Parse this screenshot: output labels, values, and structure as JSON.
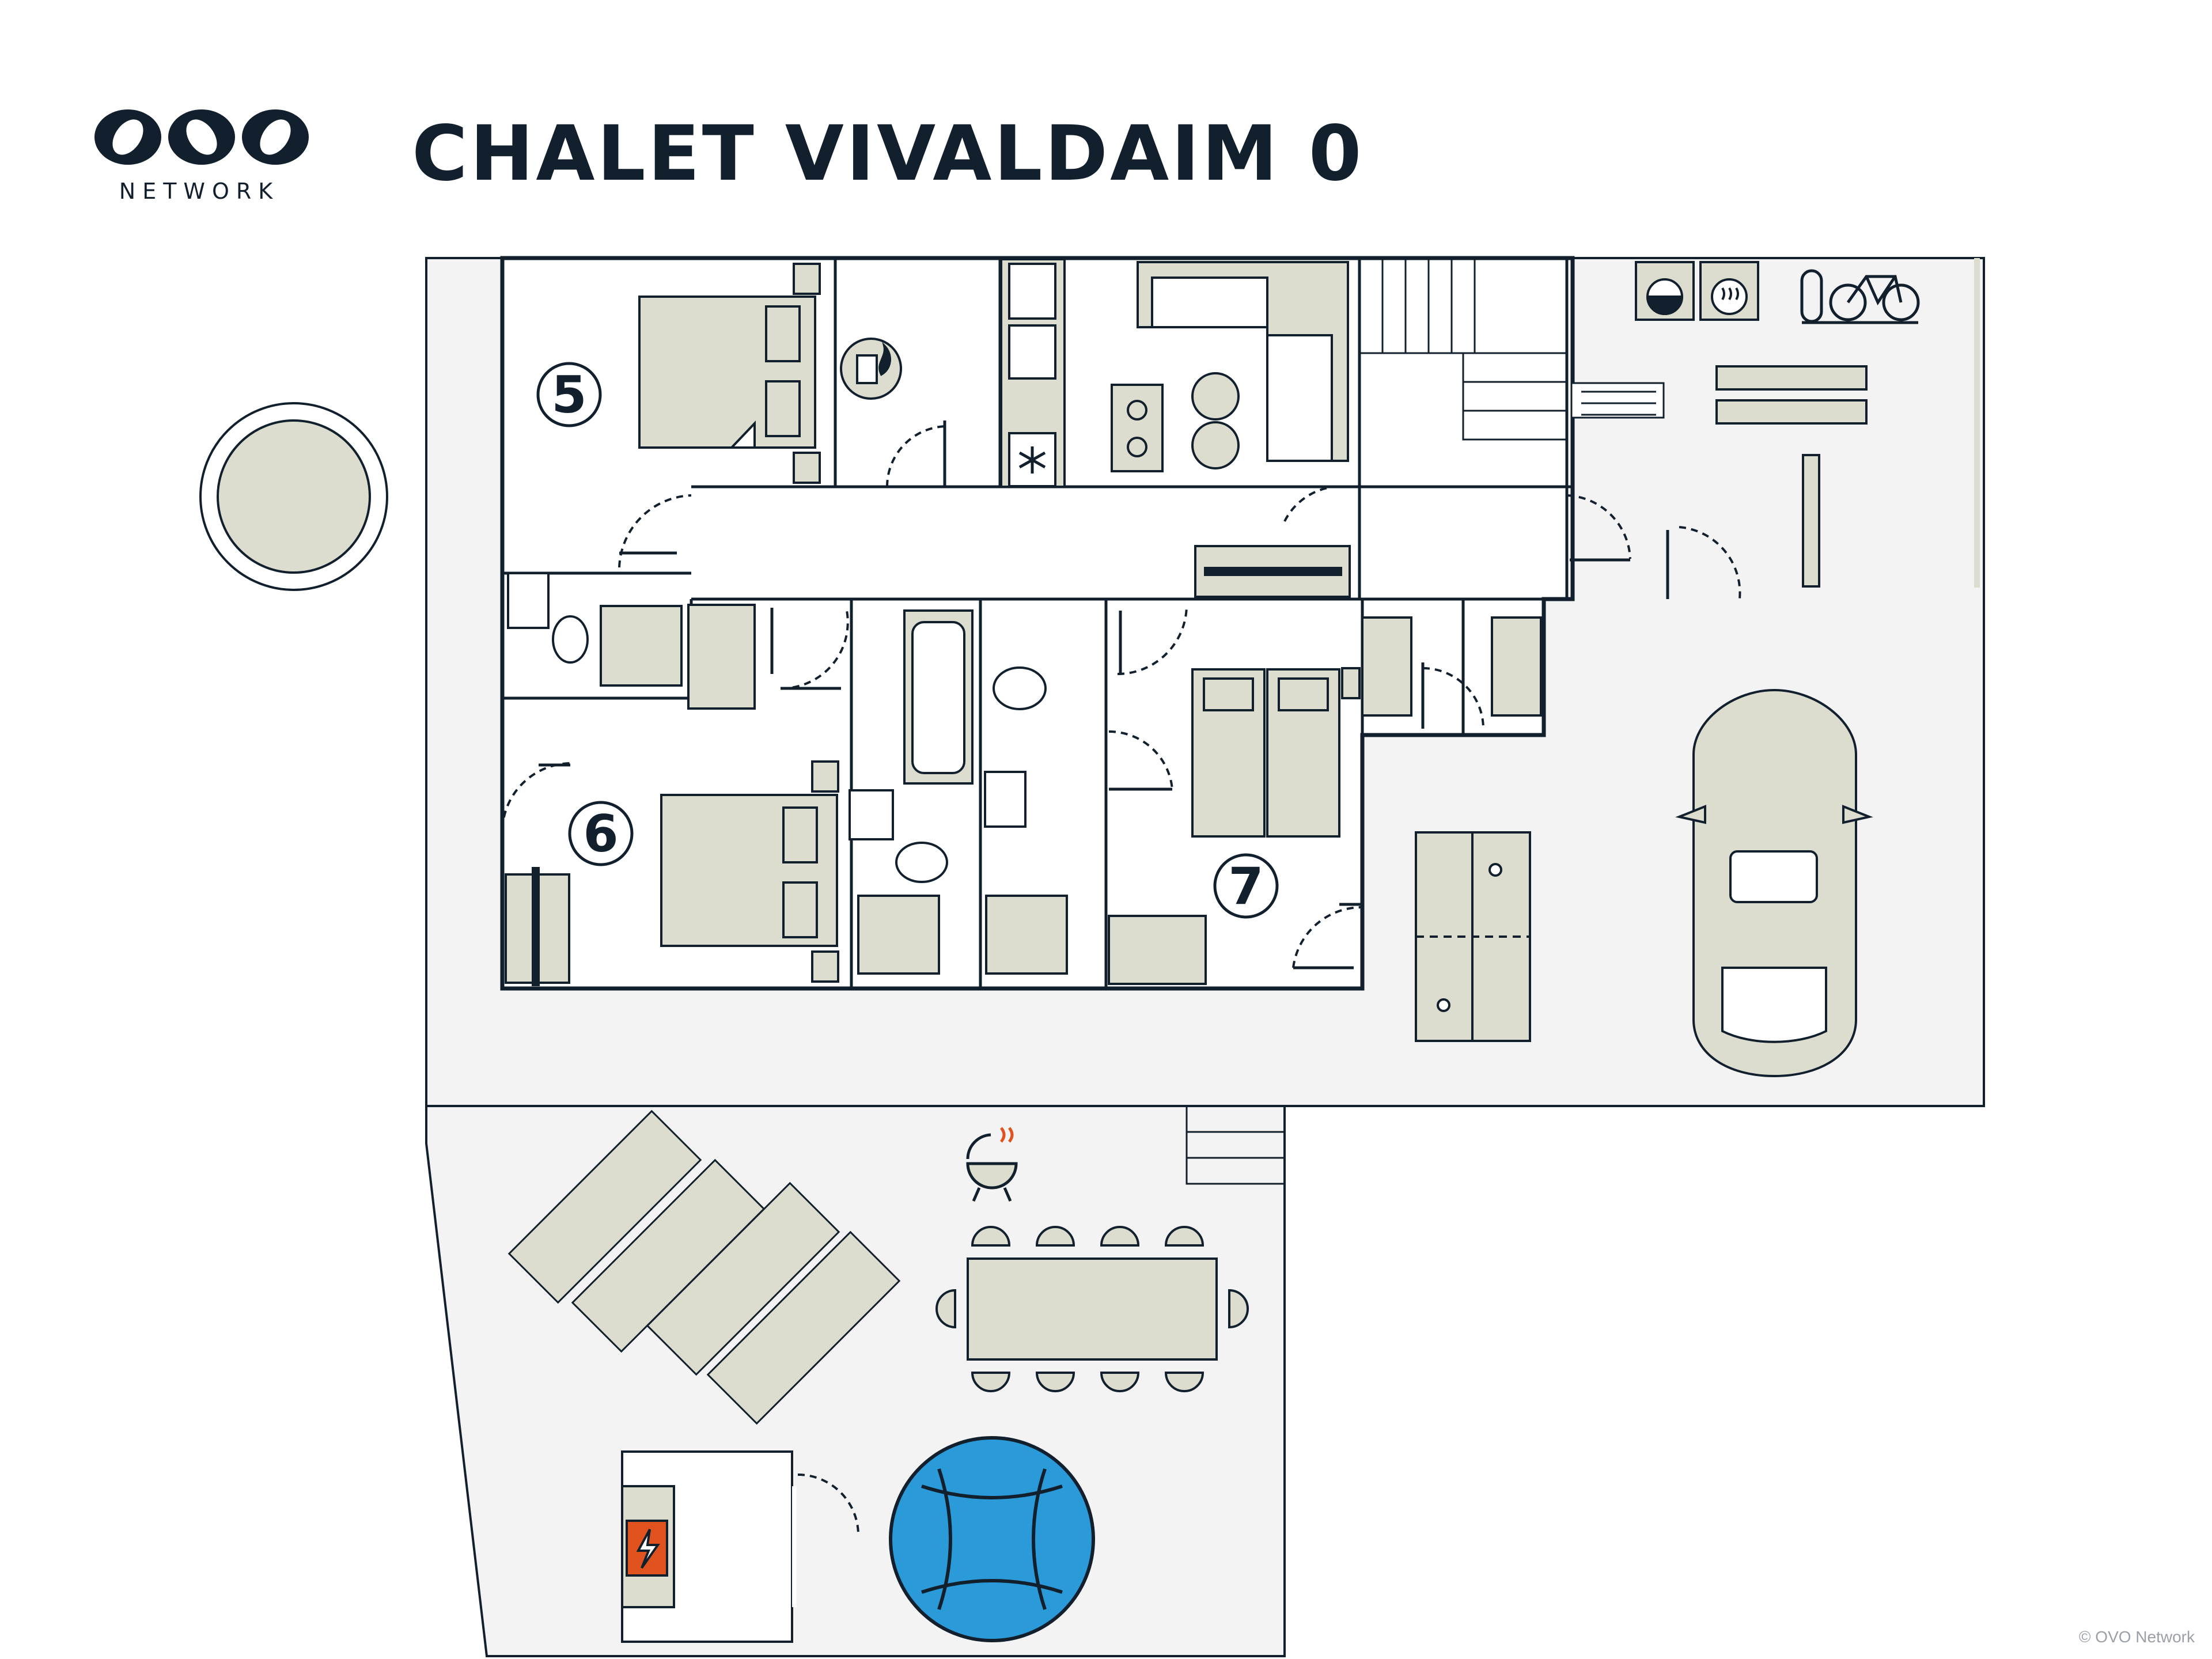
{
  "brand": {
    "word": "NETWORK",
    "colors": {
      "ink": "#12202e",
      "fill": "#dcdccf",
      "ground": "#f3f3f3",
      "water": "#2a9ad9",
      "alert": "#e0531f"
    }
  },
  "title": "CHALET VIVALDAIM 0",
  "rooms": [
    {
      "number": "5"
    },
    {
      "number": "6"
    },
    {
      "number": "7"
    }
  ],
  "icons": [
    "fireplace-icon",
    "snowflake-icon",
    "washing-machine-icon",
    "dryer-icon",
    "bicycle-icon",
    "barbecue-icon",
    "electricity-icon"
  ],
  "copyright": "© OVO Network"
}
